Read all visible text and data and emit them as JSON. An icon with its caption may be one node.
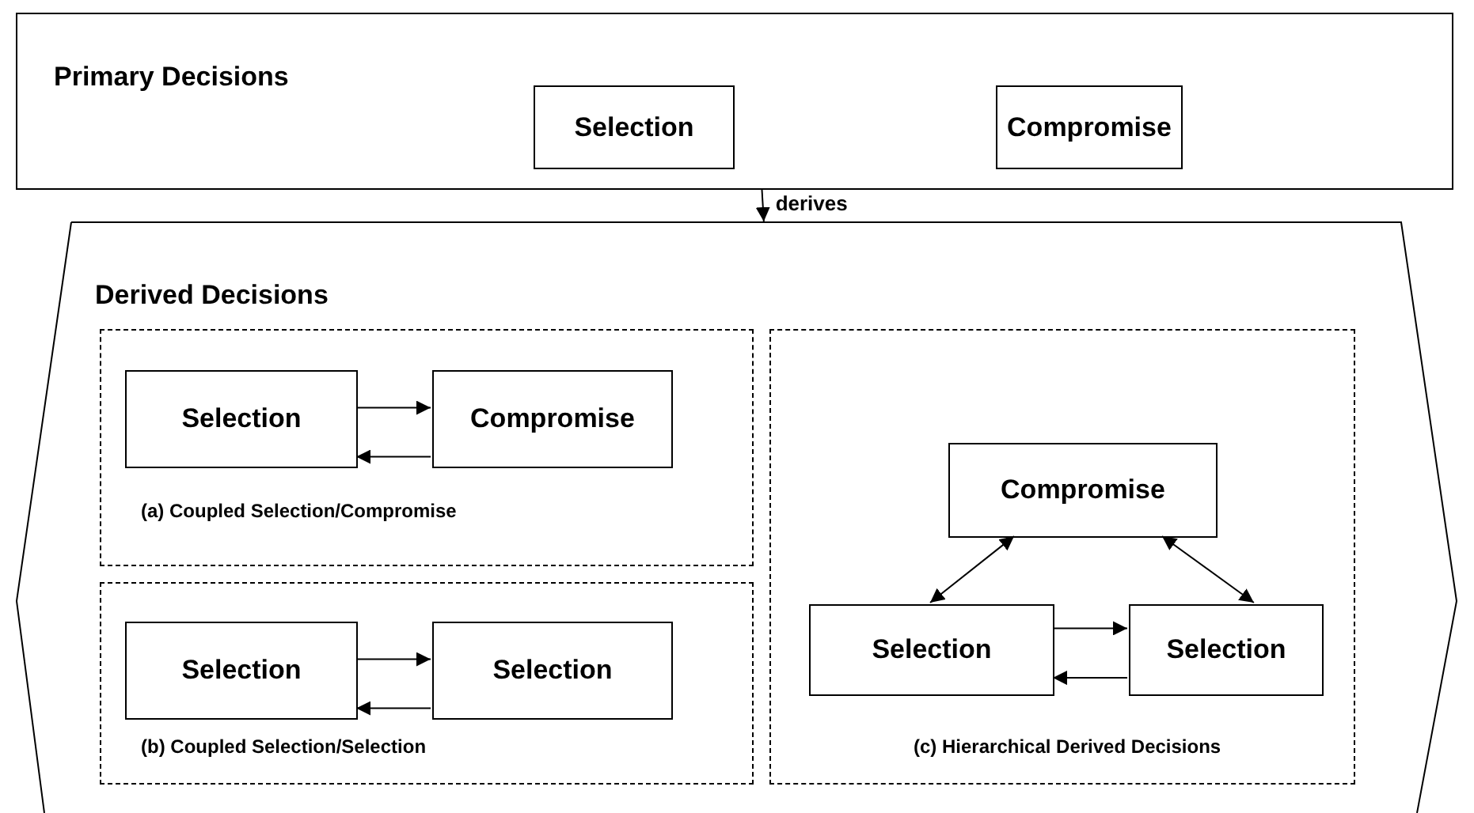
{
  "diagram": {
    "nodes": [
      {
        "text": [
          "Primary Decisions"
        ]
      },
      {
        "text": [
          "Selection"
        ],
        "in": 0
      },
      {
        "text": [
          "Compromise"
        ],
        "in": 0
      },
      {
        "text": [
          "Derived Decisions"
        ]
      },
      {
        "text": [
          "(a) Coupled Selection/Compromise"
        ],
        "in": 3
      },
      {
        "text": [
          "Selection"
        ],
        "in": 4
      },
      {
        "text": [
          "Compromise"
        ],
        "in": 4
      },
      {
        "text": [
          "(b) Coupled Selection/Selection"
        ],
        "in": 3
      },
      {
        "text": [
          "Selection"
        ],
        "in": 7
      },
      {
        "text": [
          "Selection"
        ],
        "in": 7
      },
      {
        "text": [
          "(c) Hierarchical Derived Decisions"
        ],
        "in": 3
      },
      {
        "text": [
          "Compromise"
        ],
        "in": 10
      },
      {
        "text": [
          "Selection"
        ],
        "in": 10
      },
      {
        "text": [
          "Selection"
        ],
        "in": 10
      }
    ],
    "edges": [
      {
        "from": 0,
        "to": 3,
        "arrow": "to",
        "label": "derives"
      },
      {
        "from": 5,
        "to": 6,
        "arrow": "to"
      },
      {
        "from": 6,
        "to": 5,
        "arrow": "to"
      },
      {
        "from": 8,
        "to": 9,
        "arrow": "to"
      },
      {
        "from": 9,
        "to": 8,
        "arrow": "to"
      },
      {
        "from": 12,
        "to": 11,
        "arrow": "both"
      },
      {
        "from": 13,
        "to": 11,
        "arrow": "both"
      },
      {
        "from": 12,
        "to": 13,
        "arrow": "to"
      },
      {
        "from": 13,
        "to": 12,
        "arrow": "to"
      }
    ]
  }
}
